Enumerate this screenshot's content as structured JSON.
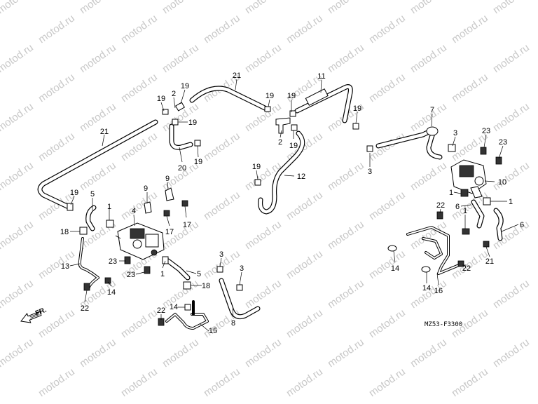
{
  "watermark": {
    "text": "motod.ru"
  },
  "diagram": {
    "code": "MZ53-F3300",
    "front_label": "FR.",
    "callouts": {
      "c1": "21",
      "c2": "21",
      "c3": "11",
      "c4": "19",
      "c5": "19",
      "c6": "19",
      "c7": "19",
      "c8": "2",
      "c9": "2",
      "c10": "19",
      "c11": "19",
      "c12": "19",
      "c13": "20",
      "c14": "19",
      "c15": "19",
      "c16": "19",
      "c17": "12",
      "c18": "7",
      "c19": "3",
      "c20": "23",
      "c21": "23",
      "c22": "3",
      "c23": "10",
      "c24": "1",
      "c25": "1",
      "c26": "22",
      "c27": "6",
      "c28": "6",
      "c29": "1",
      "c30": "22",
      "c31": "14",
      "c32": "14",
      "c33": "16",
      "c34": "21",
      "c35": "19",
      "c36": "5",
      "c37": "1",
      "c38": "4",
      "c39": "9",
      "c40": "9",
      "c41": "17",
      "c42": "17",
      "c43": "18",
      "c44": "13",
      "c45": "23",
      "c46": "23",
      "c47": "14",
      "c48": "22",
      "c49": "1",
      "c50": "5",
      "c51": "18",
      "c52": "3",
      "c53": "3",
      "c54": "8",
      "c55": "22",
      "c56": "14",
      "c57": "15"
    }
  }
}
